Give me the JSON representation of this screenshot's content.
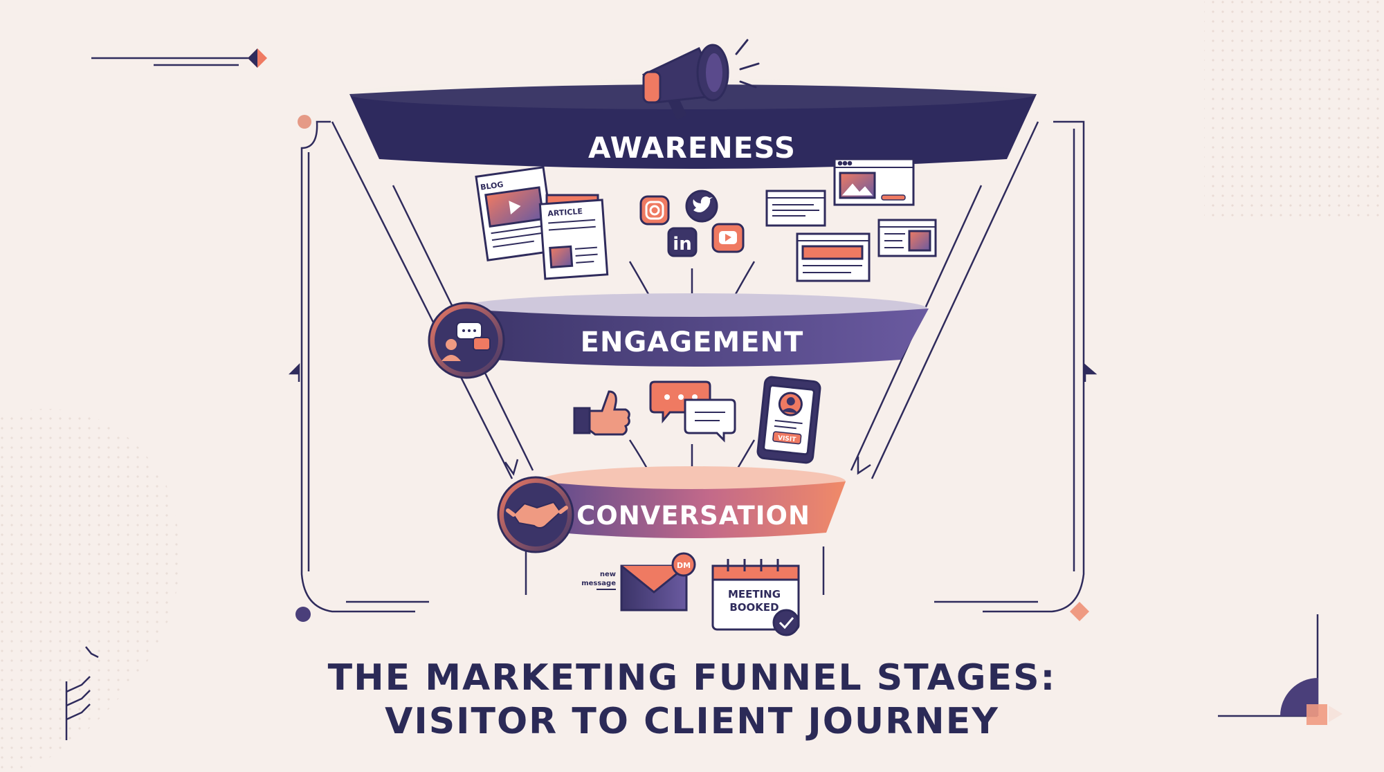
{
  "stages": [
    {
      "label": "AWARENESS"
    },
    {
      "label": "ENGAGEMENT"
    },
    {
      "label": "CONVERSATION"
    }
  ],
  "awareness_items": {
    "blog_label": "BLOG",
    "article_label": "ARTICLE",
    "social_icons": [
      "instagram-icon",
      "twitter-icon",
      "linkedin-icon",
      "youtube-icon"
    ],
    "linkedin_text": "in"
  },
  "engagement_items": {
    "phone_button": "VISIT",
    "icons": [
      "thumbs-up-icon",
      "chat-bubbles-icon",
      "phone-profile-icon"
    ]
  },
  "conversation_items": {
    "new_message_line1": "new",
    "new_message_line2": "message",
    "dm_badge": "DM",
    "meeting_line1": "MEETING",
    "meeting_line2": "BOOKED"
  },
  "title": {
    "line1": "THE MARKETING FUNNEL STAGES:",
    "line2": "VISITOR TO CLIENT JOURNEY"
  },
  "colors": {
    "navy": "#2f2b5c",
    "purple": "#5a4a8c",
    "coral": "#ef7a62",
    "background": "#f7efeb"
  }
}
